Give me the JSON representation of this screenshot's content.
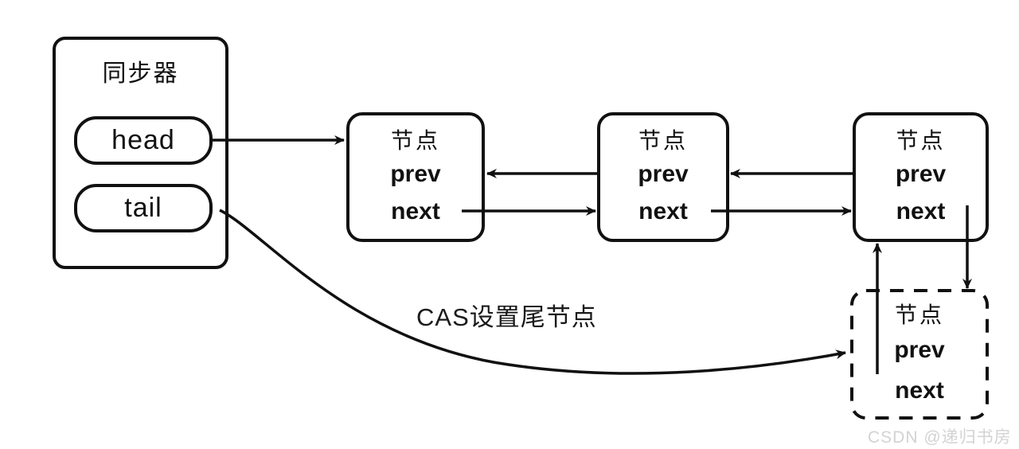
{
  "diagram": {
    "title_region": {
      "synchronizer_label": "同步器"
    },
    "synchronizer": {
      "name": "同步器",
      "fields": [
        {
          "label": "head"
        },
        {
          "label": "tail"
        }
      ]
    },
    "nodes": [
      {
        "id": "node-1",
        "title": "节点",
        "fields": [
          "prev",
          "next"
        ],
        "style": "solid"
      },
      {
        "id": "node-2",
        "title": "节点",
        "fields": [
          "prev",
          "next"
        ],
        "style": "solid"
      },
      {
        "id": "node-3",
        "title": "节点",
        "fields": [
          "prev",
          "next"
        ],
        "style": "solid"
      },
      {
        "id": "node-new",
        "title": "节点",
        "fields": [
          "prev",
          "next"
        ],
        "style": "dashed"
      }
    ],
    "annotations": {
      "cas_label": "CAS设置尾节点"
    },
    "watermark": "CSDN @递归书房",
    "colors": {
      "stroke": "#111111",
      "text": "#111111",
      "background": "#ffffff",
      "watermark": "#d3d3d3"
    }
  }
}
